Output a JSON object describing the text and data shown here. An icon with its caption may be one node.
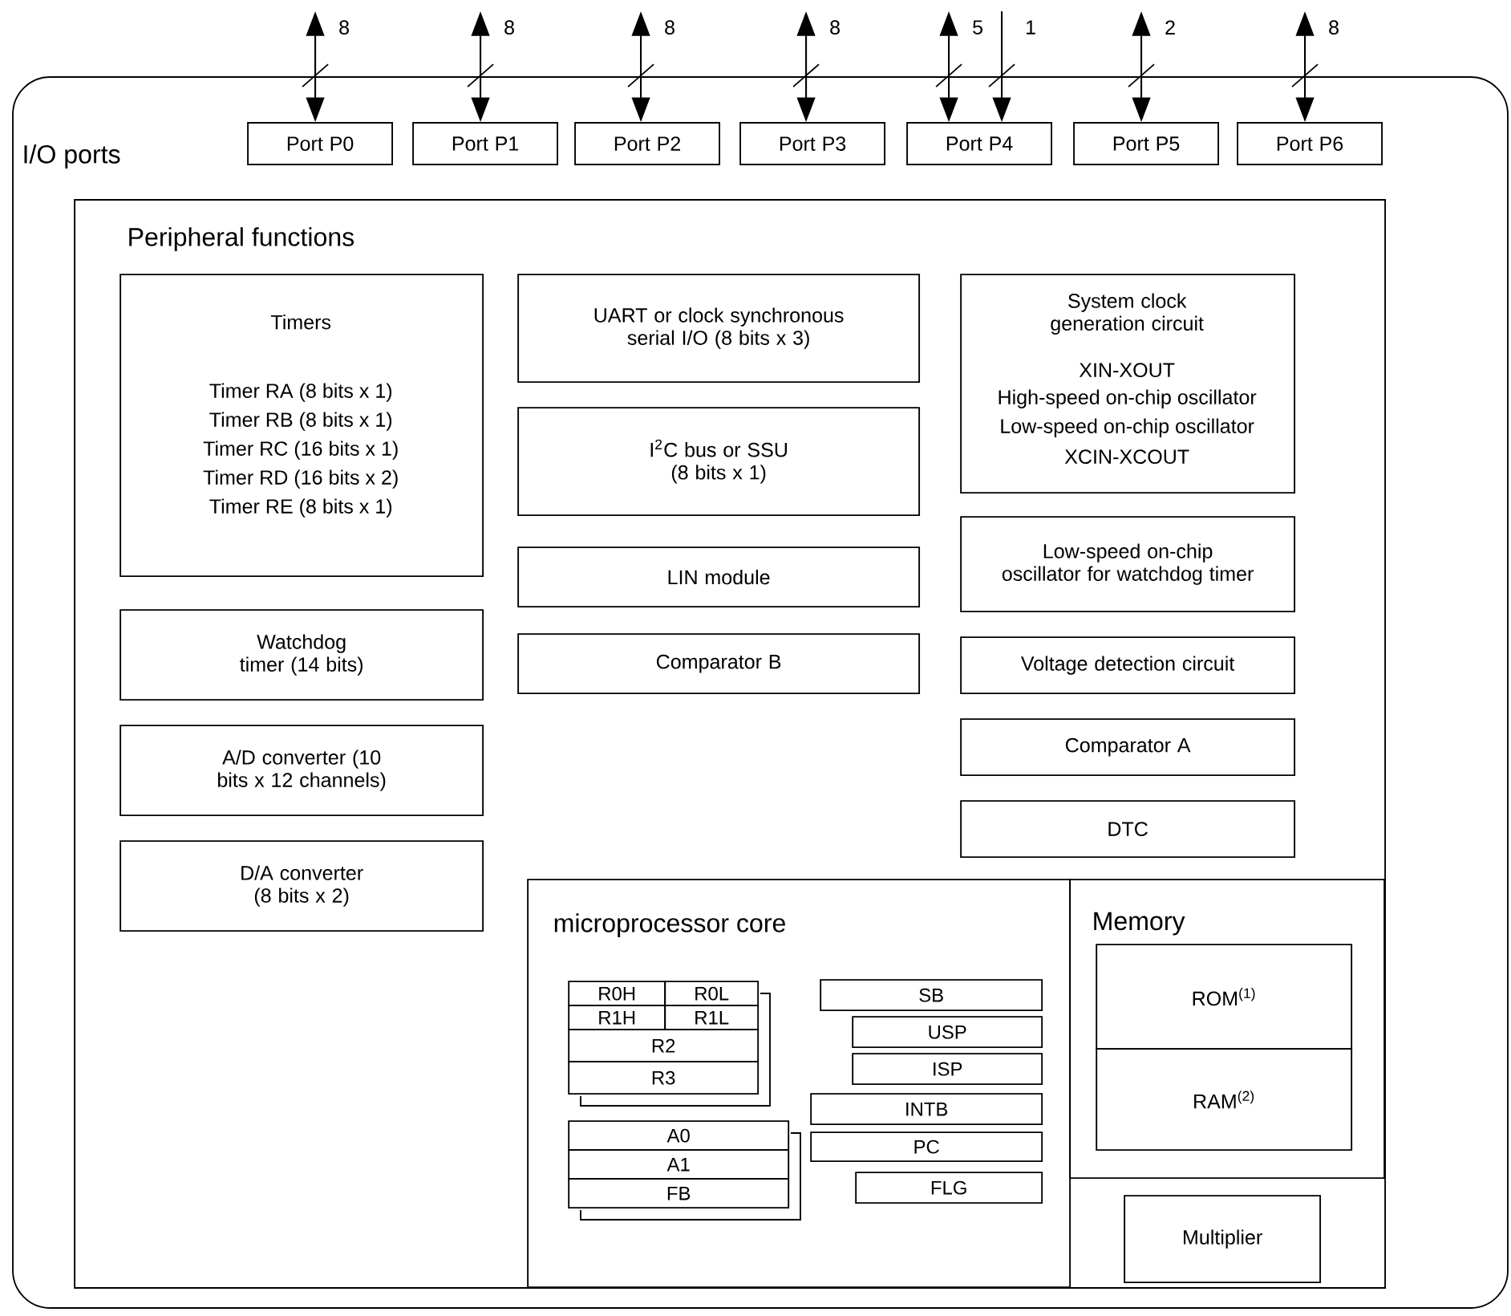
{
  "diagram": {
    "nodes": [
      {
        "text": [
          "I/O ports"
        ]
      },
      {
        "text": [
          "Port P0"
        ],
        "in": 0
      },
      {
        "text": [
          "Port P1"
        ],
        "in": 0
      },
      {
        "text": [
          "Port P2"
        ],
        "in": 0
      },
      {
        "text": [
          "Port P3"
        ],
        "in": 0
      },
      {
        "text": [
          "Port P4"
        ],
        "in": 0
      },
      {
        "text": [
          "Port P5"
        ],
        "in": 0
      },
      {
        "text": [
          "Port P6"
        ],
        "in": 0
      },
      {
        "text": [
          "Peripheral functions"
        ],
        "in": 0
      },
      {
        "text": [
          "Timers",
          "Timer RA (8 bits x 1)",
          "Timer RB (8 bits x 1)",
          "Timer RC (16 bits x 1)",
          "Timer RD (16 bits x 2)",
          "Timer RE (8 bits x 1)"
        ],
        "in": 8
      },
      {
        "text": [
          "Watchdog timer (14 bits)"
        ],
        "in": 8
      },
      {
        "text": [
          "A/D converter (10 bits x 12 channels)"
        ],
        "in": 8
      },
      {
        "text": [
          "D/A converter (8 bits x 2)"
        ],
        "in": 8
      },
      {
        "text": [
          "UART or clock synchronous serial I/O (8 bits x 3)"
        ],
        "in": 8
      },
      {
        "text": [
          "I$^{2}$C bus or SSU (8 bits x 1)"
        ],
        "in": 8
      },
      {
        "text": [
          "LIN module"
        ],
        "in": 8
      },
      {
        "text": [
          "Comparator B"
        ],
        "in": 8
      },
      {
        "text": [
          "System clock generation circuit",
          "XIN-XOUT",
          "High-speed on-chip oscillator",
          "Low-speed on-chip oscillator",
          "XCIN-XCOUT"
        ],
        "in": 8
      },
      {
        "text": [
          "Low-speed on-chip oscillator for watchdog timer"
        ],
        "in": 8
      },
      {
        "text": [
          "Voltage detection circuit"
        ],
        "in": 8
      },
      {
        "text": [
          "Comparator A"
        ],
        "in": 8
      },
      {
        "text": [
          "DTC"
        ],
        "in": 8
      },
      {
        "text": [
          "microprocessor core"
        ],
        "in": 8
      },
      {
        "text": [
          "R0H"
        ],
        "in": 22
      },
      {
        "text": [
          "R0L"
        ],
        "in": 22
      },
      {
        "text": [
          "R1H"
        ],
        "in": 22
      },
      {
        "text": [
          "R1L"
        ],
        "in": 22
      },
      {
        "text": [
          "R2"
        ],
        "in": 22
      },
      {
        "text": [
          "R3"
        ],
        "in": 22
      },
      {
        "text": [
          "A0"
        ],
        "in": 22
      },
      {
        "text": [
          "A1"
        ],
        "in": 22
      },
      {
        "text": [
          "FB"
        ],
        "in": 22
      },
      {
        "text": [
          "SB"
        ],
        "in": 22
      },
      {
        "text": [
          "USP"
        ],
        "in": 22
      },
      {
        "text": [
          "ISP"
        ],
        "in": 22
      },
      {
        "text": [
          "INTB"
        ],
        "in": 22
      },
      {
        "text": [
          "PC"
        ],
        "in": 22
      },
      {
        "text": [
          "FLG"
        ],
        "in": 22
      },
      {
        "text": [
          "Memory"
        ],
        "in": 8
      },
      {
        "text": [
          "ROM$^{(1)}$"
        ],
        "in": 38
      },
      {
        "text": [
          "RAM$^{(2)}$"
        ],
        "in": 38
      },
      {
        "text": [
          "Multiplier"
        ],
        "in": 8
      }
    ],
    "edges": [
      {
        "from": null,
        "to": 1,
        "arrow": "both",
        "label": "8"
      },
      {
        "from": null,
        "to": 2,
        "arrow": "both",
        "label": "8"
      },
      {
        "from": null,
        "to": 3,
        "arrow": "both",
        "label": "8"
      },
      {
        "from": null,
        "to": 4,
        "arrow": "both",
        "label": "8"
      },
      {
        "from": null,
        "to": 5,
        "arrow": "both",
        "label": "5"
      },
      {
        "from": null,
        "to": 5,
        "arrow": "to",
        "label": "1"
      },
      {
        "from": null,
        "to": 6,
        "arrow": "both",
        "label": "2"
      },
      {
        "from": null,
        "to": 7,
        "arrow": "both",
        "label": "8"
      }
    ]
  }
}
